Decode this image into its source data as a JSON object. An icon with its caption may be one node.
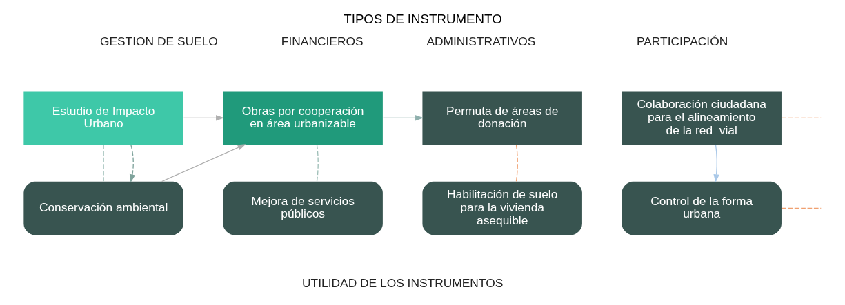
{
  "diagram": {
    "title": "TIPOS DE INSTRUMENTO",
    "nodes": [
      {
        "text": [
          "Permuta de áreas de donación"
        ]
      },
      {
        "text": [
          "Habilitación de suelo para la vivienda asequible"
        ]
      },
      {
        "text": [
          "Obras por cooperación en área urbanizable"
        ]
      },
      {
        "text": [
          "Mejora de servicios públicos"
        ]
      },
      {
        "text": [
          "Estudio de Impacto Urbano"
        ]
      },
      {
        "text": [
          "Conservación ambiental"
        ]
      },
      {
        "text": [
          "Colaboración ciudadana para el alineamiento  de la red  vial"
        ]
      },
      {
        "text": [
          "Control de la forma urbana"
        ]
      }
    ],
    "edges": [
      {
        "from": 2,
        "to": 0,
        "arrow": "to",
        "color": "#8fb0ad"
      },
      {
        "from": 0,
        "to": 1,
        "arrow": "none",
        "style": "dashed",
        "color": "#f0a070"
      },
      {
        "from": 4,
        "to": 2,
        "arrow": "to"
      },
      {
        "from": 5,
        "to": 2,
        "arrow": "to"
      },
      {
        "from": 3,
        "to": 2,
        "arrow": "none",
        "style": "dashed",
        "color": "#9fbfb8"
      },
      {
        "from": 4,
        "to": 5,
        "arrow": "none",
        "style": "dashed",
        "color": "#9fbfb8"
      },
      {
        "from": 4,
        "to": 5,
        "arrow": "to",
        "style": "dashed",
        "color": "#7fa39c"
      },
      {
        "from": 6,
        "to": 7,
        "arrow": "to",
        "color": "#a9c8e8"
      },
      {
        "from": 6,
        "to": null,
        "arrow": "none",
        "style": "dashed",
        "color": "#f0a070"
      },
      {
        "from": 7,
        "to": null,
        "arrow": "none",
        "style": "dashed",
        "color": "#f0a070"
      }
    ],
    "labels": [
      "GESTION DE SUELO",
      "FINANCIEROS",
      "ADMINISTRATIVOS",
      "PARTICIPACIÓN",
      "UTILIDAD DE LOS INSTRUMENTOS"
    ]
  }
}
